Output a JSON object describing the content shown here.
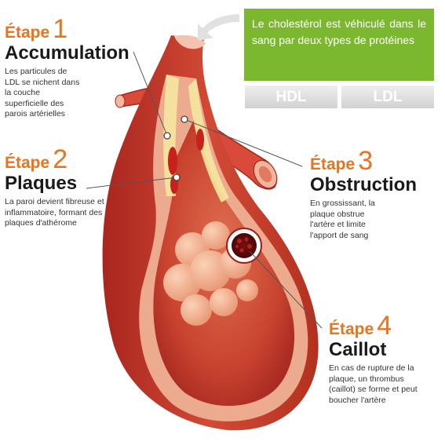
{
  "info_box": {
    "text": "Le cholestérol est véhiculé dans le sang par deux types de protéines"
  },
  "proteins": [
    "HDL",
    "LDL"
  ],
  "steps": [
    {
      "word": "Étape",
      "number": "1",
      "title": "Accumulation",
      "description": "Les particules de LDL se nichent dans la couche superficielle des parois artérielles"
    },
    {
      "word": "Étape",
      "number": "2",
      "title": "Plaques",
      "description": "La paroi devient fibreuse et inflammatoire, formant des plaques d'athérome"
    },
    {
      "word": "Étape",
      "number": "3",
      "title": "Obstruction",
      "description": "En grossissant, la plaque obstrue l'artère et limite l'apport de sang"
    },
    {
      "word": "Étape",
      "number": "4",
      "title": "Caillot",
      "description": "En cas de rupture de la plaque, un thrombus (caillot) se forme et peut boucher l'artère"
    }
  ],
  "colors": {
    "accent_orange": "#e8741e",
    "info_green": "#7cb82f",
    "artery_red": "#c8342a",
    "artery_wall": "#ecaa8e",
    "plaque_yellow": "#f6e7a0"
  }
}
